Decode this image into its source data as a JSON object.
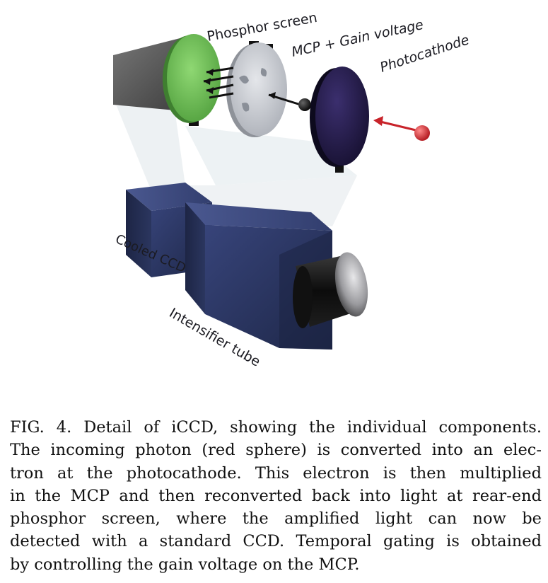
{
  "figure": {
    "labels": {
      "phosphor_screen": "Phosphor screen",
      "mcp_gain": "MCP + Gain voltage",
      "photocathode": "Photocathode",
      "cooled_ccd": "Cooled CCD",
      "intensifier_tube": "Intensifier tube"
    },
    "colors": {
      "camera_body": "#2a3560",
      "phosphor": "#6fbf55",
      "mcp": "#c9ccd2",
      "photocathode": "#221a45",
      "photon": "#c8232a",
      "electron": "#111111",
      "ccd_sensor": "#5a5a5a"
    }
  },
  "caption": {
    "lines": [
      "FIG. 4.  Detail of iCCD, showing the individual components.",
      "The incoming photon (red sphere) is converted into an elec-",
      "tron at the photocathode.  This electron is then multiplied",
      "in the MCP and then reconverted back into light at rear-end",
      "phosphor screen, where the amplified light can now be",
      "detected with a standard CCD. Temporal gating is obtained",
      "by controlling the gain voltage on the MCP."
    ]
  }
}
